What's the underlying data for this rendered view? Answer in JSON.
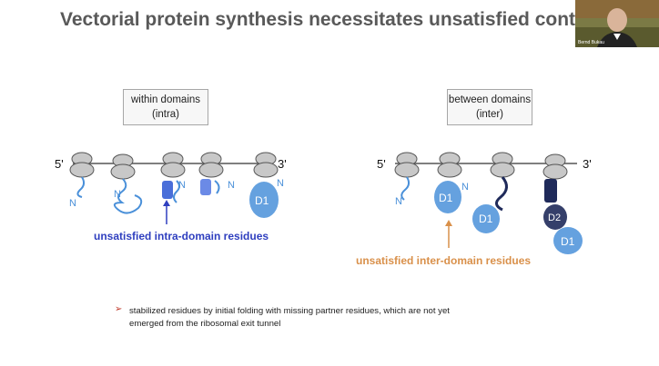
{
  "slide": {
    "title": "Vectorial protein synthesis necessitates unsatisfied conta",
    "left_panel": {
      "box_line1": "within domains",
      "box_line2": "(intra)",
      "label_5prime": "5'",
      "label_3prime": "3'",
      "n_labels": [
        "N",
        "N",
        "N",
        "N",
        "N"
      ],
      "domain_label": "D1",
      "caption": "unsatisfied intra-domain residues"
    },
    "right_panel": {
      "box_line1": "between domains",
      "box_line2": "(inter)",
      "label_5prime": "5'",
      "label_3prime": "3'",
      "n_labels": [
        "N",
        "N"
      ],
      "domain_labels": [
        "D1",
        "D1",
        "D2",
        "D1"
      ],
      "caption": "unsatisfied inter-domain residues"
    },
    "bullet": {
      "marker": "➢",
      "line1": "stabilized residues by initial folding with missing partner residues, which are not yet",
      "line2": "emerged from the ribosomal exit tunnel"
    }
  },
  "webcam": {
    "speaker_name": "Bernd Bukau"
  },
  "colors": {
    "title": "#595959",
    "blue_caption": "#2f3fbf",
    "orange_caption": "#d9904a",
    "domain_blue": "#4a90d9",
    "dark_blue": "#1f2a5a",
    "ribosome": "#c8c8c8"
  }
}
